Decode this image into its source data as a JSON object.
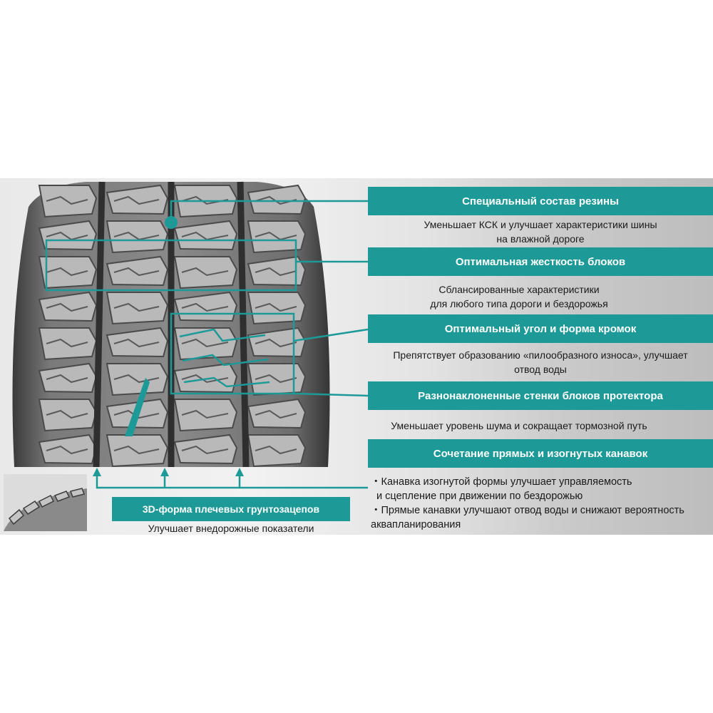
{
  "colors": {
    "accent": "#1d9a98",
    "text": "#1a1a1a",
    "tread": "#555555"
  },
  "features": [
    {
      "title": "Специальный состав резины",
      "lines": [
        "Уменьшает КСК и улучшает характеристики шины",
        "на влажной дороге"
      ]
    },
    {
      "title": "Оптимальная жесткость блоков",
      "lines": [
        "Сбланcированные характеристики",
        "для любого типа дороги и бездорожья"
      ]
    },
    {
      "title": "Оптимальный угол и форма кромок",
      "lines": [
        "Препятствует образованию «пилообразного износа», улучшает",
        "отвод воды"
      ]
    },
    {
      "title": "Разнонаклоненные стенки блоков протектора",
      "lines": [
        "Уменьшает уровень шума и сокращает тормозной путь"
      ]
    },
    {
      "title": "Сочетание прямых и изогнутых канавок",
      "lines": [
        "・Канавка изогнутой формы улучшает управляемость",
        "  и сцепление при движении по бездорожью",
        "・Прямые канавки улучшают отвод воды и снижают вероятность",
        "аквапланирования"
      ]
    }
  ],
  "shoulder": {
    "title": "3D-форма плечевых грунтозацепов",
    "line": "Улучшает внедорожные показатели"
  },
  "icons": [
    "tire-tread-image",
    "shoulder-tire-image",
    "callout-dot-icon",
    "up-arrow-icon"
  ]
}
